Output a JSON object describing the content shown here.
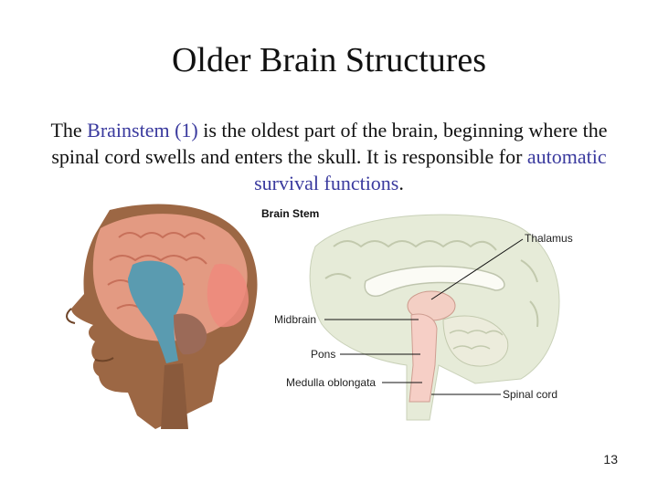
{
  "slide": {
    "title": "Older Brain Structures",
    "paragraph": {
      "part1": "The ",
      "brainstem": "Brainstem (1)",
      "part2": " is the oldest part of the brain, beginning where the spinal cord swells and enters the skull. It is responsible for ",
      "automatic": "automatic survival functions",
      "part3": "."
    },
    "page_number": "13"
  },
  "figure": {
    "heading": "Brain Stem",
    "labels": {
      "thalamus": "Thalamus",
      "midbrain": "Midbrain",
      "pons": "Pons",
      "medulla": "Medulla oblongata",
      "spinal_cord": "Spinal cord"
    }
  },
  "colors": {
    "highlight": "#3a3a9e",
    "skin": "#b07a52",
    "brain": "#e8a48a",
    "brainstem_highlight": "#5a9bb0"
  }
}
